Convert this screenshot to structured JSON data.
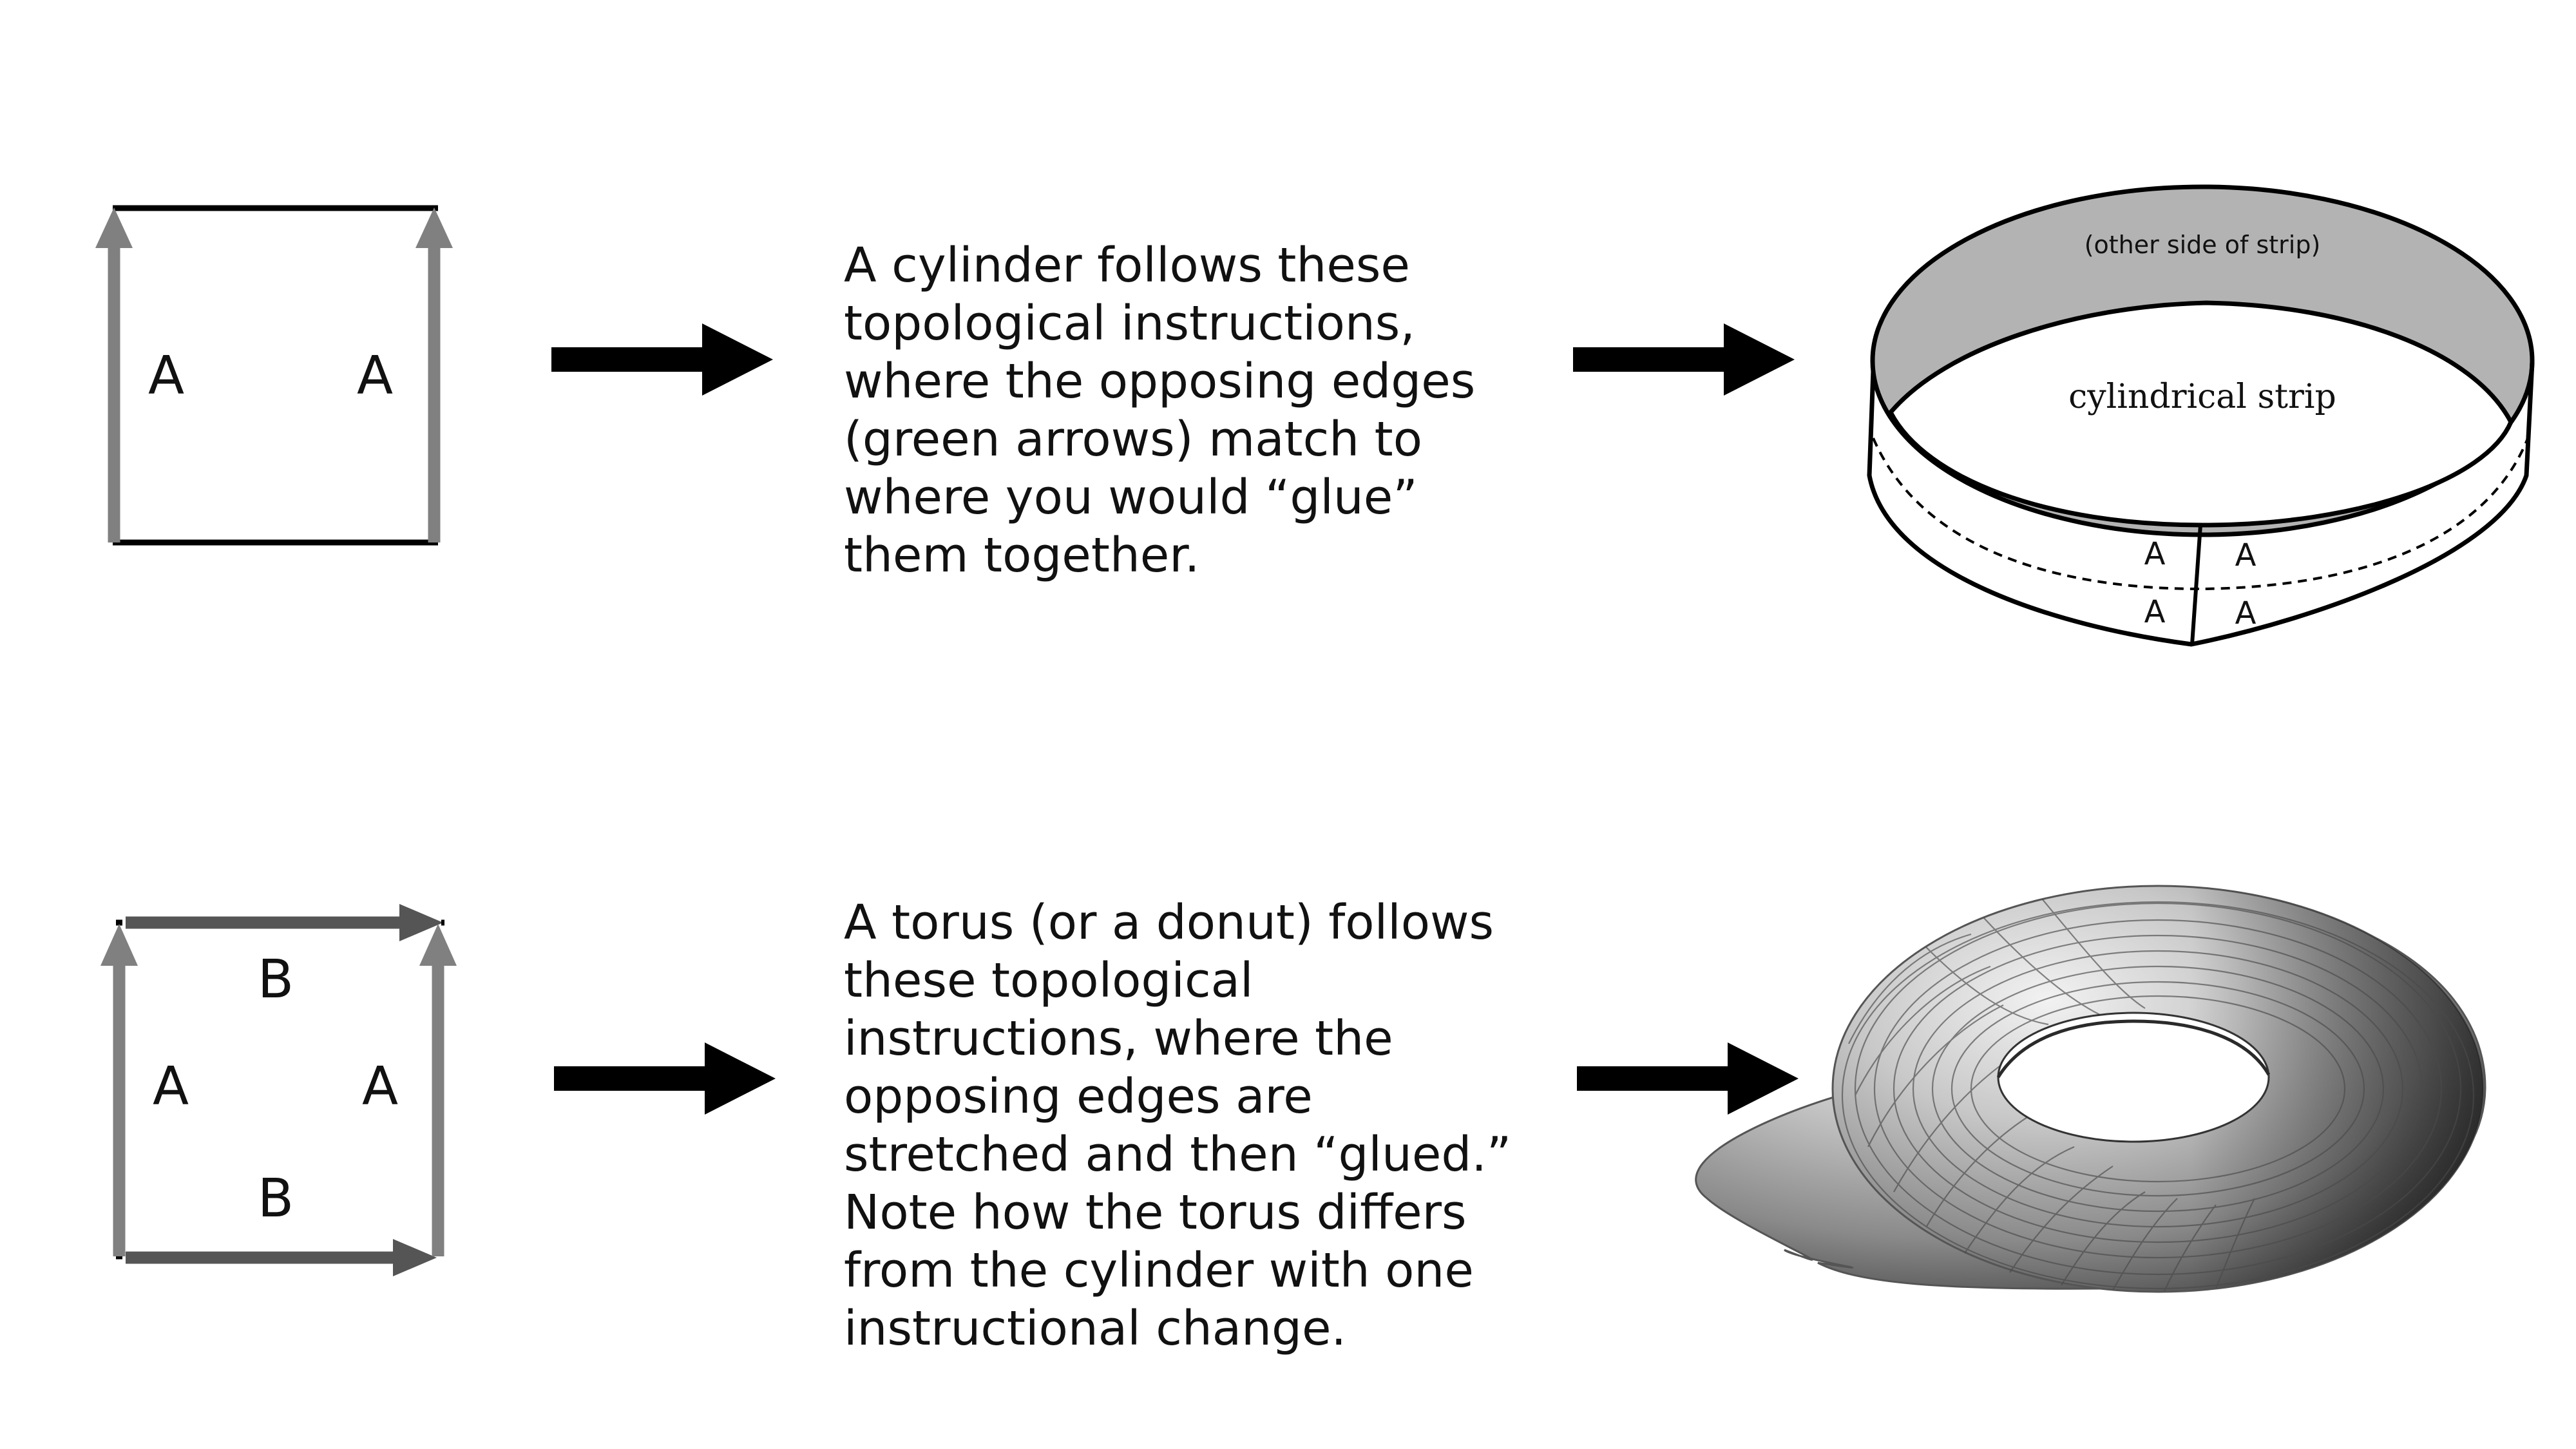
{
  "cylinder_row": {
    "square_labels": {
      "left": "A",
      "right": "A"
    },
    "caption": "A cylinder follows these\ntopological instructions,\nwhere the opposing edges\n(green arrows) match to\nwhere you would “glue”\nthem together.",
    "strip_labels": {
      "other_side": "(other side of strip)",
      "strip": "cylindrical strip",
      "seam": [
        "A",
        "A",
        "A",
        "A"
      ]
    }
  },
  "torus_row": {
    "square_labels": {
      "top": "B",
      "left": "A",
      "right": "A",
      "bottom": "B"
    },
    "caption": "A torus (or a donut) follows\nthese topological\ninstructions, where the\nopposing edges are\nstretched and then “glued.”\nNote how the torus differs\nfrom the cylinder with one\ninstructional change."
  },
  "colors": {
    "edge_arrow": "#808080",
    "edge_arrow_dark": "#555555",
    "strip_inner": "#b3b3b3",
    "arrow": "#000000"
  },
  "icons": [
    "right-arrow-icon",
    "cylinder-strip-icon",
    "torus-icon"
  ]
}
